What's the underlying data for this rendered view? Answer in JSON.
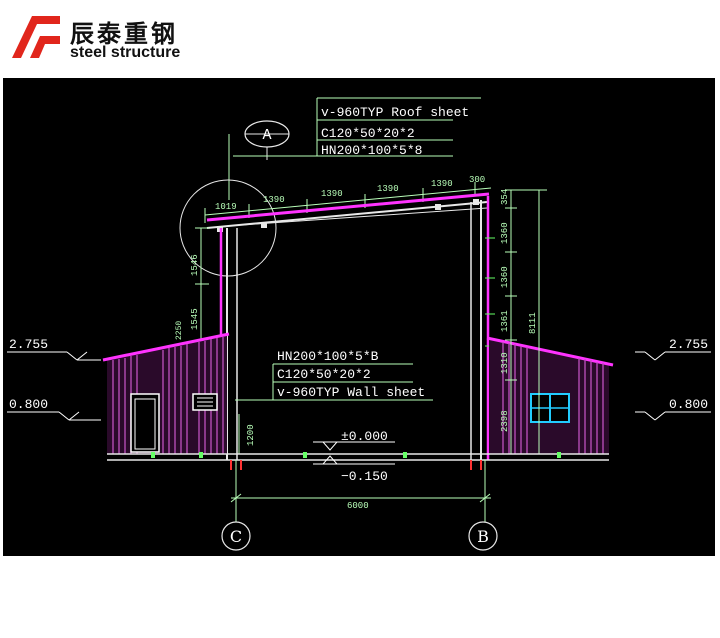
{
  "brand": {
    "name_cn": "辰泰重钢",
    "name_en": "steel structure",
    "accent": "#e1261c"
  },
  "drawing": {
    "background": "#000000",
    "colors": {
      "dim": "#b9ffb9",
      "annotation": "#ffffff",
      "wall_cladding": "#c050c0",
      "roof_edge": "#ff33ff",
      "steel": "#e8e8e8",
      "window": "#22ccff"
    },
    "notes_top": [
      "v-960TYP Roof sheet",
      "C120*50*20*2",
      "HN200*100*5*8"
    ],
    "notes_mid": [
      "HN200*100*5*B",
      "C120*50*20*2",
      "v-960TYP Wall sheet"
    ],
    "grid_top": "A",
    "grid_left": "C",
    "grid_right": "B",
    "roof_dims": [
      "1019",
      "1390",
      "1390",
      "1390",
      "1390",
      "300"
    ],
    "left_column_dims": [
      "1546",
      "1545"
    ],
    "lean_to_dim": "2250",
    "right_dims": [
      "354",
      "1360",
      "1360",
      "1361",
      "1310",
      "2398"
    ],
    "total_height": "8111",
    "door_dim": "1200",
    "span": "6000",
    "levels": {
      "left_upper": "2.755",
      "left_lower": "0.800",
      "right_upper": "2.755",
      "right_lower": "0.800",
      "floor": "±0.000",
      "below": "−0.150"
    }
  }
}
